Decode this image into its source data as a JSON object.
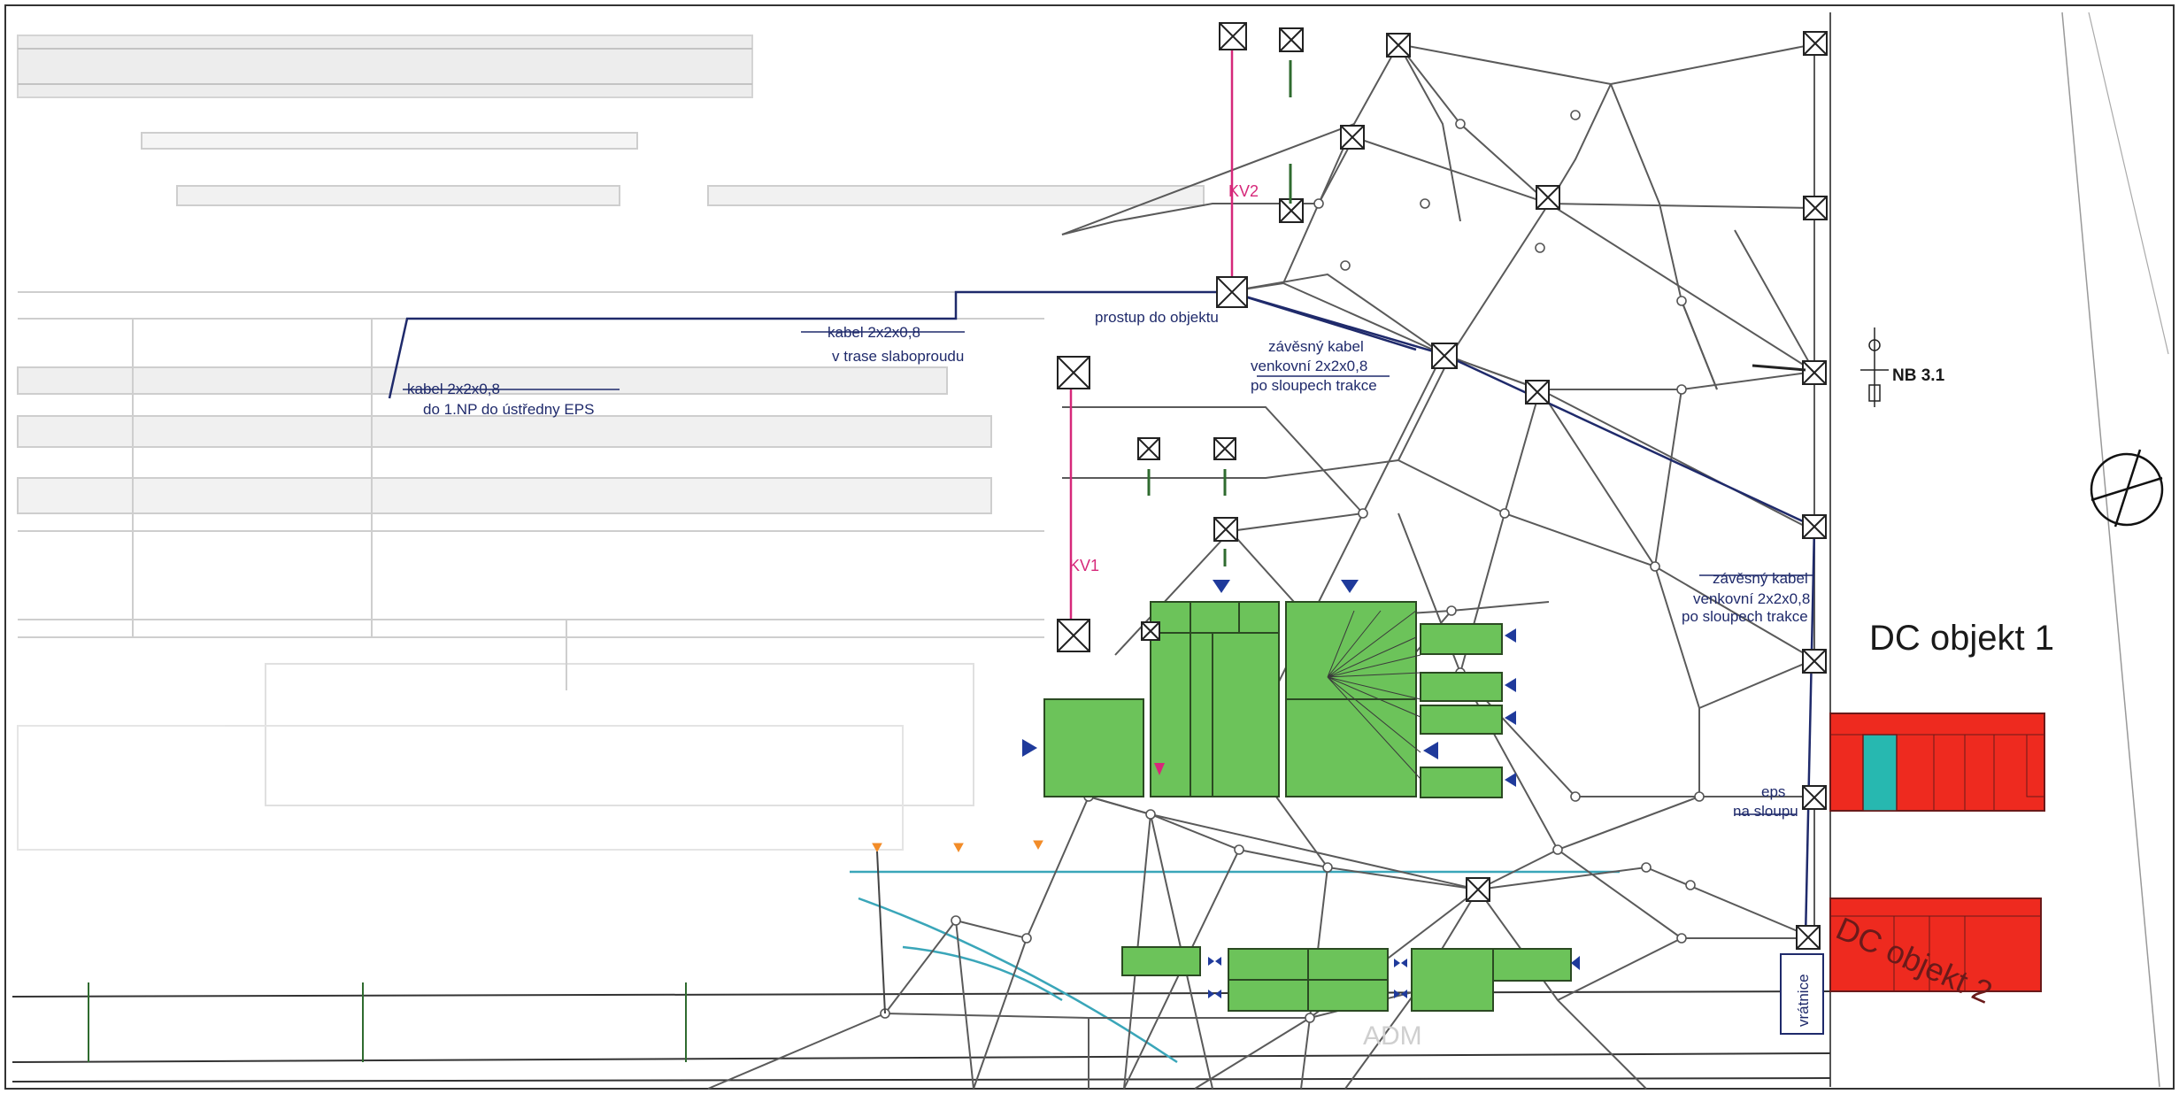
{
  "annotations": {
    "cable_to_eps": [
      "kabel 2x2x0,8",
      "do 1.NP do ústředny EPS"
    ],
    "cable_low_current": [
      "kabel 2x2x0,8",
      "v trase slaboproudu"
    ],
    "entry_to_building": "prostup do objektu",
    "hanging_cable_upper": [
      "závěsný kabel",
      "venkovní 2x2x0,8",
      "po sloupech trakce"
    ],
    "hanging_cable_right": [
      "závěsný kabel",
      "venkovní 2x2x0,8",
      "po sloupech trakce"
    ],
    "eps_on_pole": [
      "eps",
      "na sloupu"
    ],
    "kv1": "KV1",
    "kv2": "KV2",
    "nb": "NB 3.1",
    "gatehouse": "vrátnice",
    "adm": "ADM"
  },
  "buildings": {
    "dc1": "DC objekt 1",
    "dc2": "DC objekt 2"
  },
  "colors": {
    "cable_route": "#1f2a6b",
    "kv_route": "#d6287a",
    "building_green": "#6cc35a",
    "dc_red": "#ee2a1f",
    "dc_teal": "#27b8b0",
    "trakce_wire": "#555555",
    "orange_marker": "#f28c28"
  }
}
